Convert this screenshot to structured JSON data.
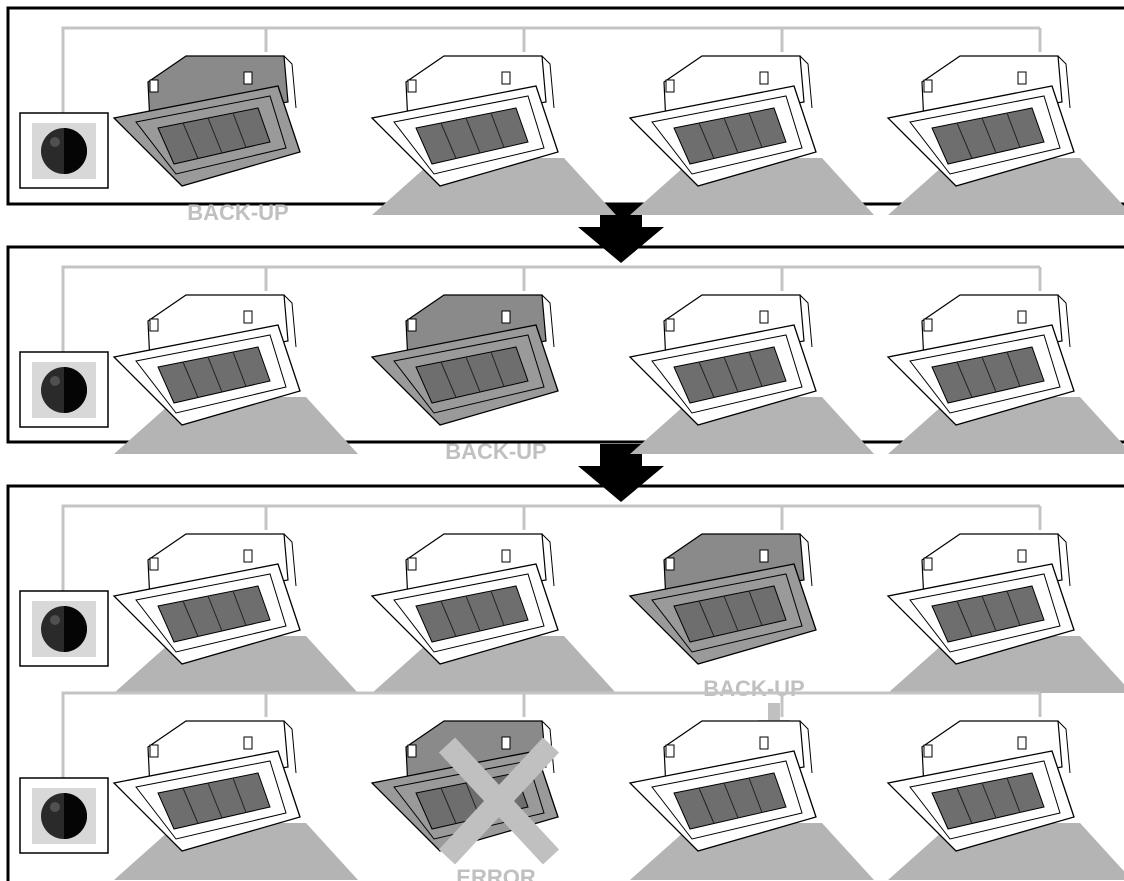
{
  "colors": {
    "panel_border": "#000000",
    "wire": "#c4c4c4",
    "airflow": "#b4b4b4",
    "label": "#c0c0c0",
    "error_cross": "#c0c0c0",
    "arrow": "#000000",
    "unit_body": "#ffffff",
    "unit_body_backup": "#8a8a8a",
    "grille": "#6e6e6e"
  },
  "icons": {
    "controller": "remote-controller-icon",
    "indoor_unit": "ceiling-cassette-unit-icon",
    "step_arrow": "arrow-down-icon",
    "error_mark": "error-cross-icon",
    "backup_arrow": "arrow-down-icon"
  },
  "stages": [
    {
      "groups": [
        {
          "units": [
            {
              "state": "backup",
              "label": "BACK-UP"
            },
            {
              "state": "running",
              "label": ""
            },
            {
              "state": "running",
              "label": ""
            },
            {
              "state": "running",
              "label": ""
            }
          ]
        }
      ]
    },
    {
      "groups": [
        {
          "units": [
            {
              "state": "running",
              "label": ""
            },
            {
              "state": "backup",
              "label": "BACK-UP"
            },
            {
              "state": "running",
              "label": ""
            },
            {
              "state": "running",
              "label": ""
            }
          ]
        }
      ]
    },
    {
      "groups": [
        {
          "units": [
            {
              "state": "running",
              "label": ""
            },
            {
              "state": "running",
              "label": ""
            },
            {
              "state": "backup",
              "label": "BACK-UP"
            },
            {
              "state": "running",
              "label": ""
            }
          ]
        },
        {
          "units": [
            {
              "state": "running",
              "label": ""
            },
            {
              "state": "error",
              "label": "ERROR"
            },
            {
              "state": "running",
              "label": ""
            },
            {
              "state": "running",
              "label": ""
            }
          ]
        }
      ]
    }
  ]
}
